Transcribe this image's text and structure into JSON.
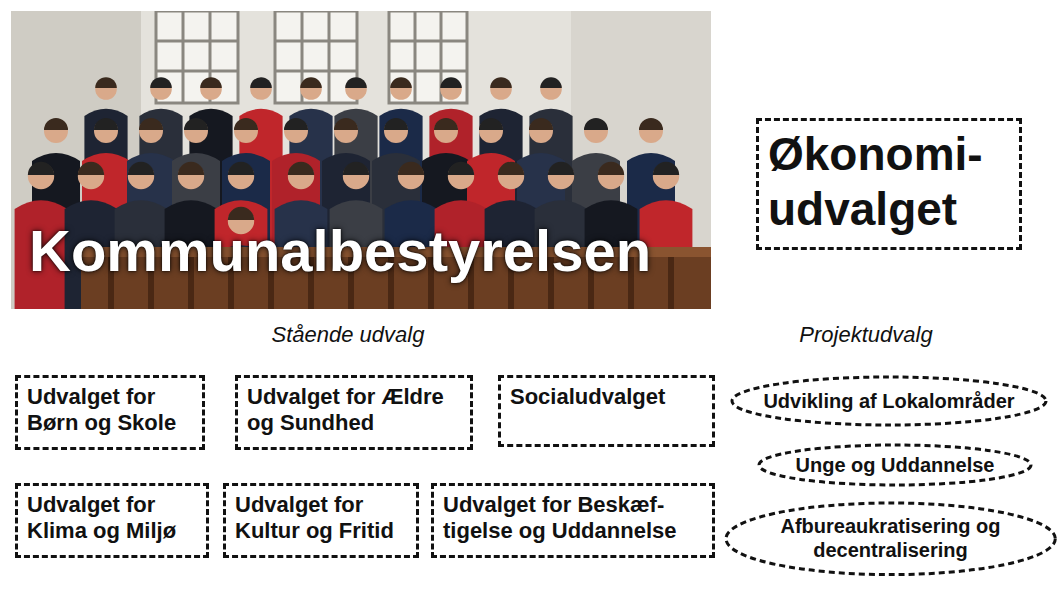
{
  "diagram": {
    "nodes": [
      {
        "text": [
          "Kommunalbestyrelsen"
        ]
      },
      {
        "text": [
          "Økonomi- udvalget"
        ]
      },
      {
        "text": [
          "Udvalget for Børn og Skole"
        ]
      },
      {
        "text": [
          "Udvalget for Ældre og Sundhed"
        ]
      },
      {
        "text": [
          "Socialudvalget"
        ]
      },
      {
        "text": [
          "Udvalget for Klima og Miljø"
        ]
      },
      {
        "text": [
          "Udvalget for Kultur og Fritid"
        ]
      },
      {
        "text": [
          "Udvalget for Beskæf- tigelse og Uddannelse"
        ]
      },
      {
        "text": [
          "Udvikling af Lokalområder"
        ]
      },
      {
        "text": [
          "Unge og Uddannelse"
        ]
      },
      {
        "text": [
          "Afbureaukratisering og decentralisering"
        ]
      }
    ],
    "labels": [
      "Stående udvalg",
      "Projektudvalg"
    ]
  }
}
